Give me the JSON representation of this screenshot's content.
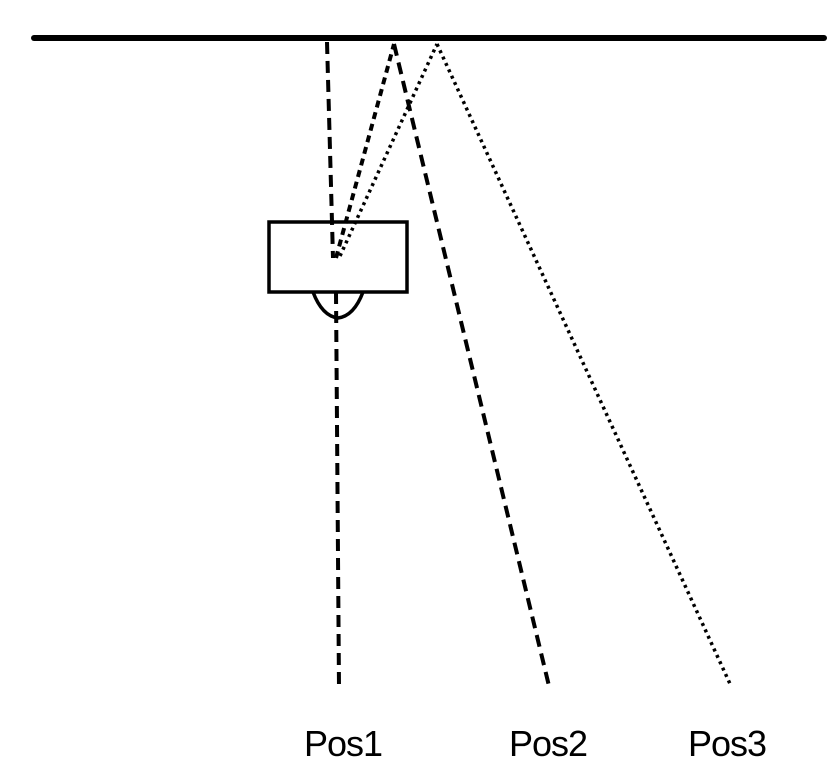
{
  "diagram": {
    "labels": {
      "pos1": "Pos1",
      "pos2": "Pos2",
      "pos3": "Pos3"
    },
    "colors": {
      "stroke": "#000000",
      "background": "#ffffff"
    }
  }
}
